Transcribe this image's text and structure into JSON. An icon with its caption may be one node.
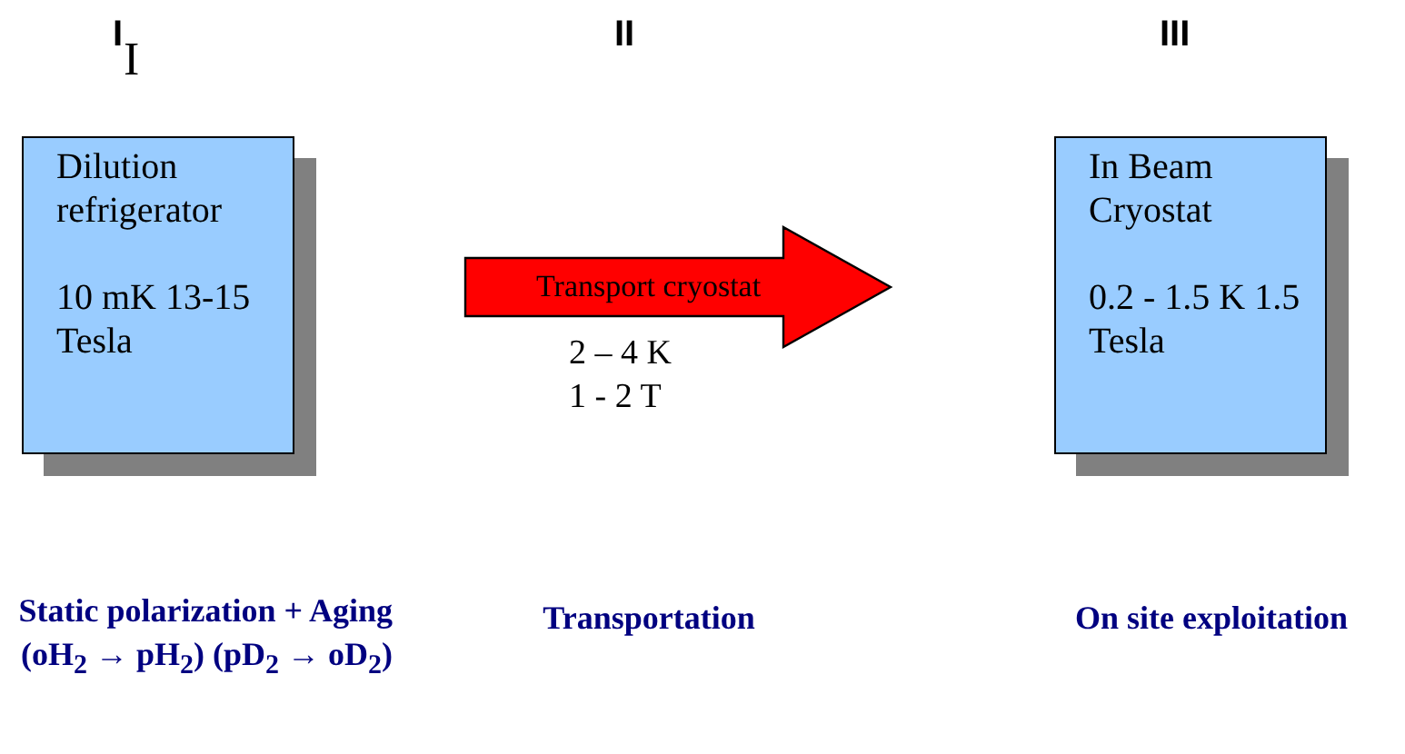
{
  "diagram": {
    "nodes": [
      {
        "text": [
          "Dilution refrigerator",
          "10 mK 13-15 Tesla"
        ]
      },
      {
        "text": [
          "Transport cryostat"
        ],
        "beside": [
          "2 – 4 K",
          "1 - 2 T"
        ]
      },
      {
        "text": [
          "In Beam Cryostat",
          "0.2 - 1.5 K 1.5 Tesla"
        ]
      }
    ],
    "labels": [
      "I",
      "I",
      "II",
      "III",
      "Static polarization + Aging (oH$_{2}$ → pH$_{2}$) (pD$_{2}$ → oD$_{2}$)",
      "Transportation",
      "On site exploitation"
    ]
  }
}
